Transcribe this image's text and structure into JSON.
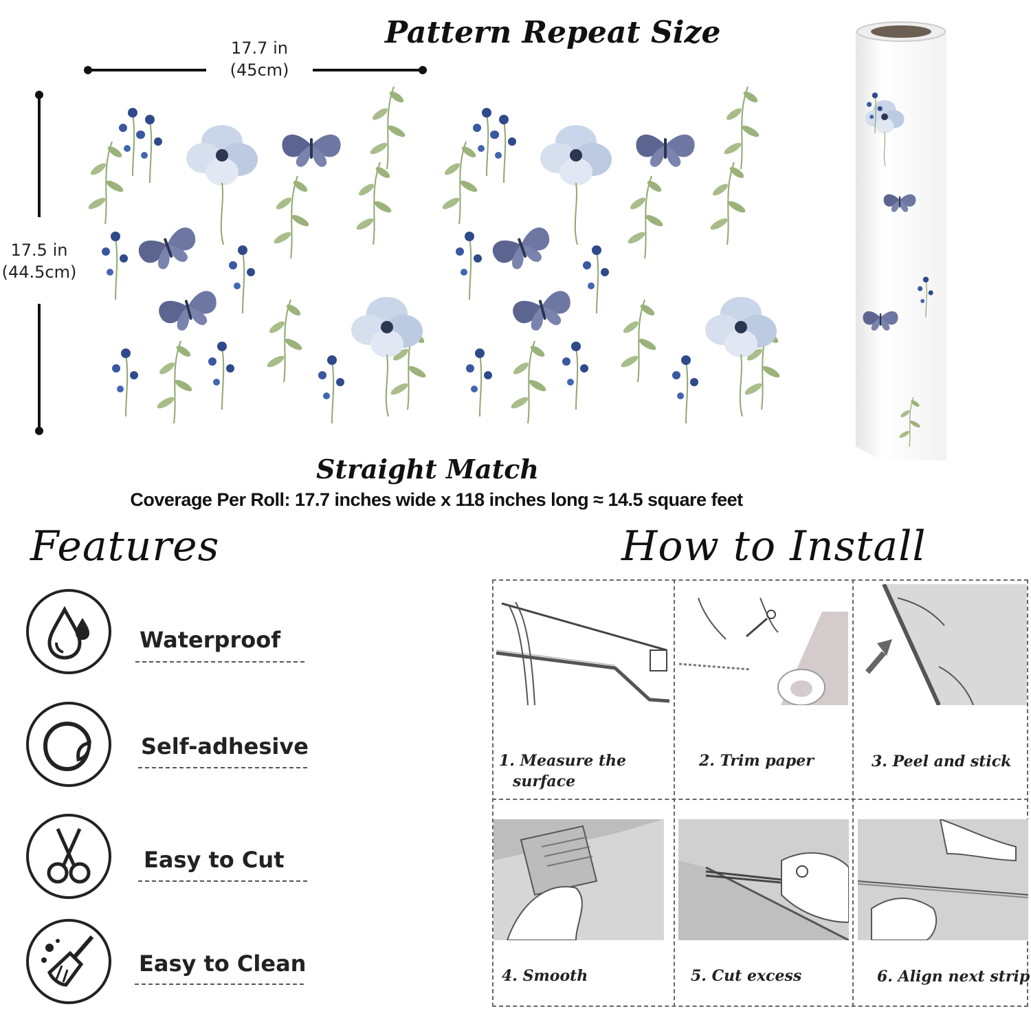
{
  "header": {
    "title": "Pattern Repeat Size",
    "width_dim": [
      "17.7 in",
      "(45cm)"
    ],
    "height_dim": [
      "17.5 in",
      "(44.5cm)"
    ],
    "match_type": "Straight Match",
    "coverage": "Coverage Per Roll: 17.7 inches wide x 118 inches long ≈ 14.5 square feet"
  },
  "features": {
    "title": "Features",
    "items": [
      {
        "label": "Waterproof",
        "icon": "water-drop-icon"
      },
      {
        "label": "Self-adhesive",
        "icon": "peel-sticker-icon"
      },
      {
        "label": "Easy to Cut",
        "icon": "scissors-icon"
      },
      {
        "label": "Easy to Clean",
        "icon": "broom-icon"
      }
    ]
  },
  "install": {
    "title": "How to Install",
    "steps": [
      {
        "line1": "1. Measure the",
        "line2": "surface"
      },
      {
        "line1": "2. Trim paper",
        "line2": ""
      },
      {
        "line1": "3. Peel and stick",
        "line2": ""
      },
      {
        "line1": "4. Smooth",
        "line2": ""
      },
      {
        "line1": "5. Cut excess",
        "line2": ""
      },
      {
        "line1": "6. Align next strip",
        "line2": ""
      }
    ]
  },
  "colors": {
    "navy": "#3a4a7a",
    "light_blue": "#c7d3e6",
    "leaf_green": "#8fa870",
    "ink": "#222222",
    "illus_gray": "#cfcfcf"
  }
}
